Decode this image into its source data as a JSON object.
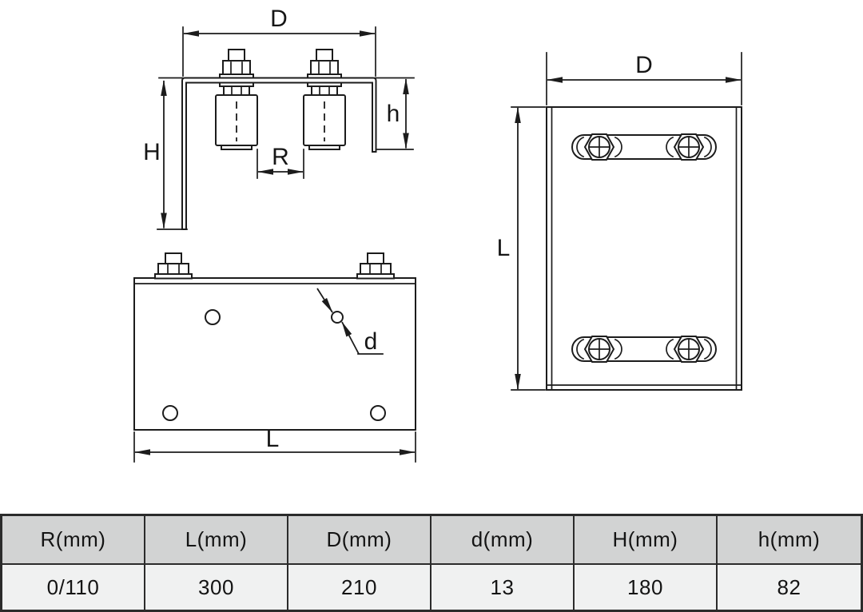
{
  "colors": {
    "background": "#ffffff",
    "line": "#1c1c1c",
    "table_header_bg": "#d2d3d3",
    "table_body_bg": "#f0f1f1",
    "table_border": "#2b2b2b"
  },
  "diagram": {
    "side_view": {
      "labels": {
        "D": "D",
        "H": "H",
        "h": "h",
        "R": "R"
      }
    },
    "front_view": {
      "labels": {
        "D": "D",
        "L": "L"
      }
    },
    "plan_view": {
      "labels": {
        "L": "L",
        "d": "d"
      }
    }
  },
  "table": {
    "columns": [
      {
        "header": "R(mm)",
        "value": "0/110"
      },
      {
        "header": "L(mm)",
        "value": "300"
      },
      {
        "header": "D(mm)",
        "value": "210"
      },
      {
        "header": "d(mm)",
        "value": "13"
      },
      {
        "header": "H(mm)",
        "value": "180"
      },
      {
        "header": "h(mm)",
        "value": "82"
      }
    ]
  }
}
